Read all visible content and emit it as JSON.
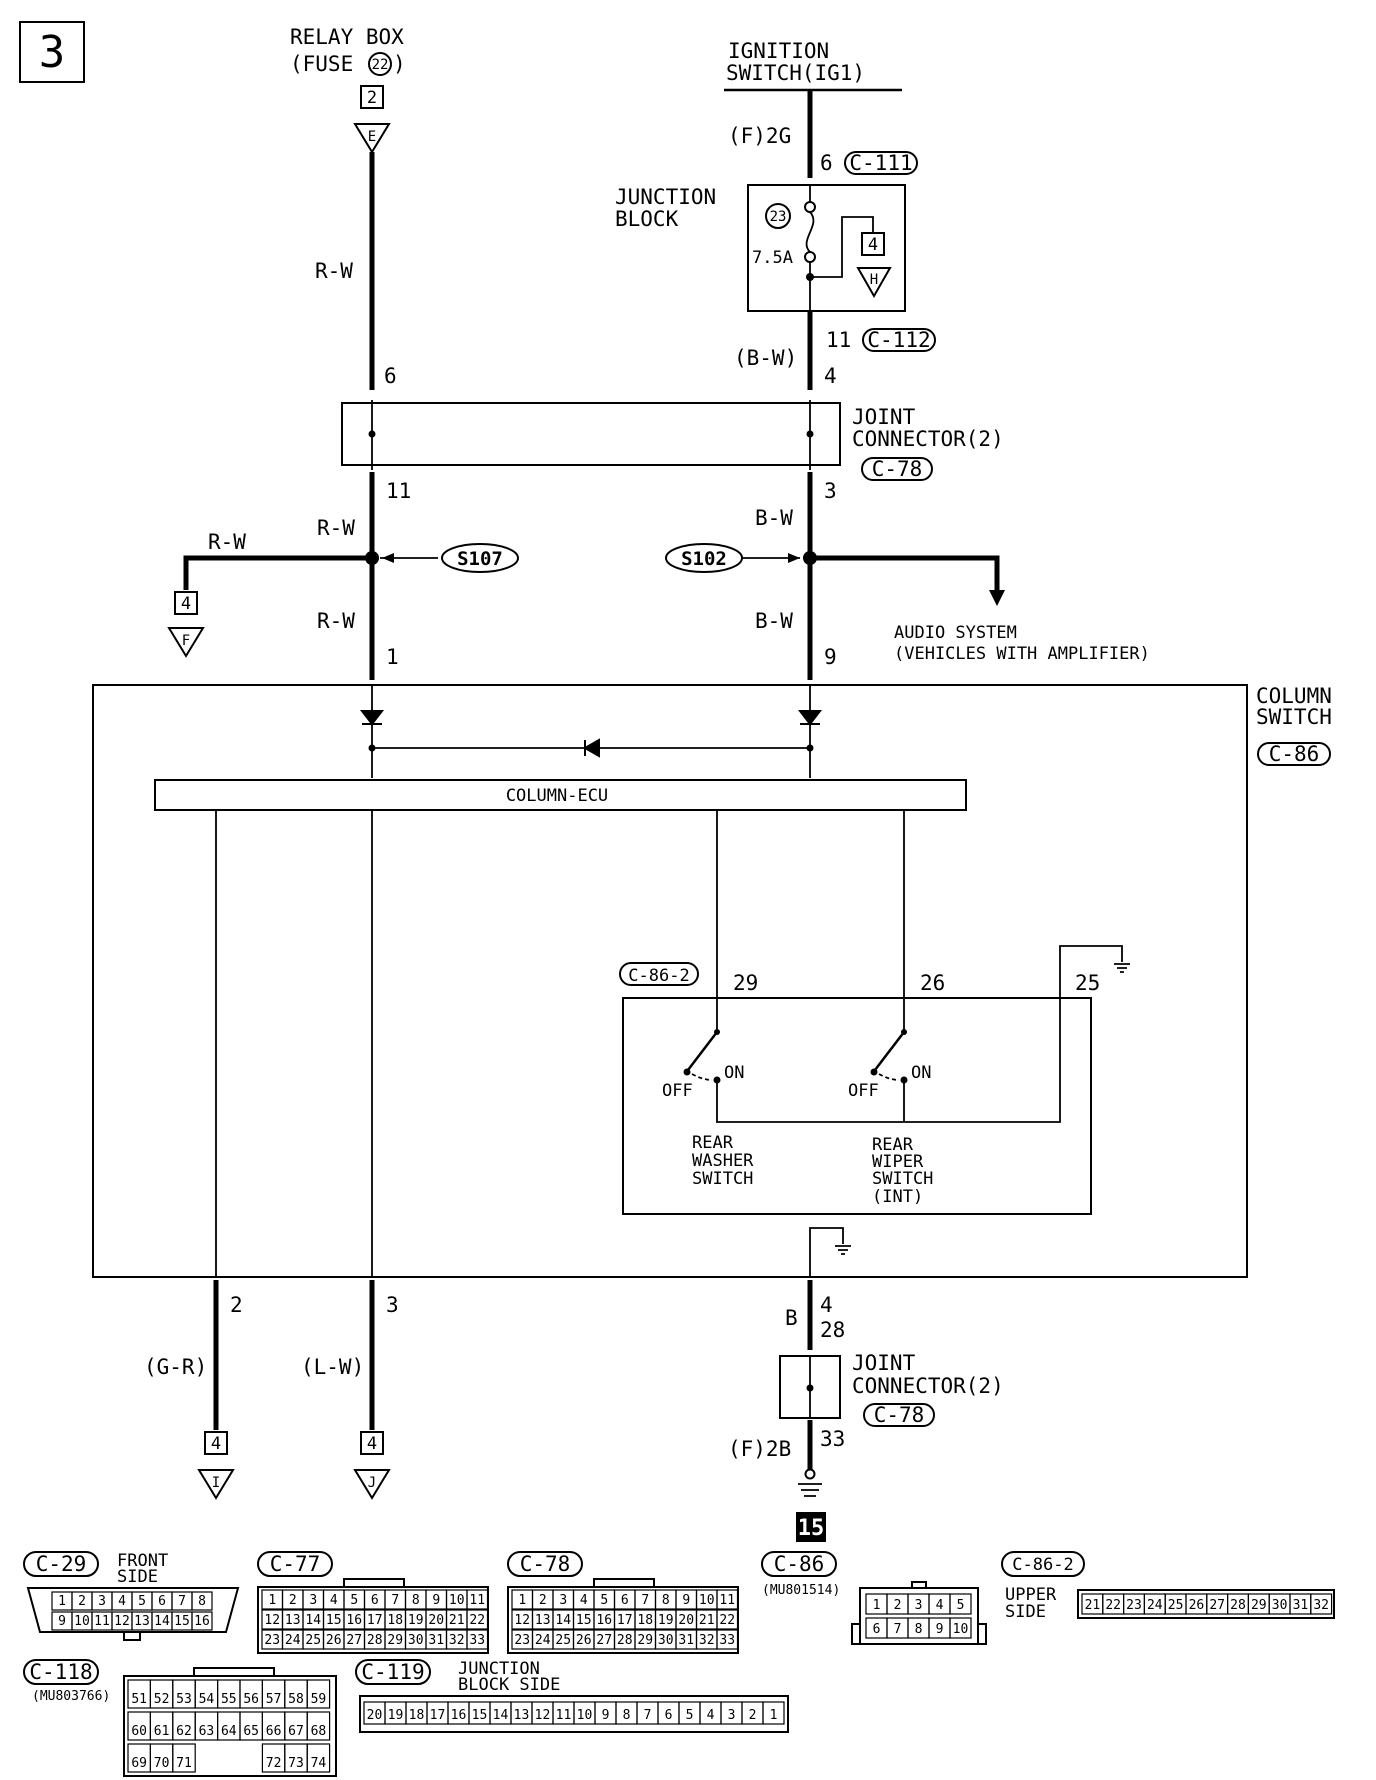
{
  "page_number": "3",
  "ground_number": "15",
  "sources": {
    "relay_box_title": "RELAY BOX",
    "relay_box_fuse": "(FUSE",
    "relay_box_fuse_no": "22",
    "relay_box_fuse_close": ")",
    "relay_box_page": "2",
    "relay_box_ref": "E",
    "ignition_title": "IGNITION",
    "ignition_sub": "SWITCH(IG1)"
  },
  "junction_block": {
    "title_1": "JUNCTION",
    "title_2": "BLOCK",
    "fuse_no": "23",
    "fuse_rating": "7.5A",
    "page_ref": "4",
    "ref_letter": "H",
    "in_code": "(F)2G",
    "in_pin": "6",
    "in_conn": "C-111",
    "out_pin": "11",
    "out_conn": "C-112"
  },
  "joint_connector_top": {
    "title_1": "JOINT",
    "title_2": "CONNECTOR(2)",
    "conn": "C-78",
    "left_in_pin": "6",
    "left_out_pin": "11",
    "right_in_pin": "4",
    "right_out_pin": "3"
  },
  "wires": {
    "r_w": "R-W",
    "b_w": "B-W",
    "b_w_paren": "(B-W)",
    "g_r": "(G-R)",
    "l_w": "(L-W)",
    "b": "B"
  },
  "splices": {
    "left": "S107",
    "right": "S102",
    "left_branch_page": "4",
    "left_branch_ref": "F"
  },
  "audio": {
    "line_1": "AUDIO SYSTEM",
    "line_2": "(VEHICLES WITH AMPLIFIER)"
  },
  "column_switch": {
    "title_1": "COLUMN",
    "title_2": "SWITCH",
    "conn": "C-86",
    "left_in_pin": "1",
    "right_in_pin": "9",
    "ecu_label": "COLUMN-ECU",
    "out_pin_1": "2",
    "out_pin_2": "3",
    "out_pin_ground": "4",
    "sub_conn": "C-86-2",
    "pin_29": "29",
    "pin_26": "26",
    "pin_25": "25",
    "on": "ON",
    "off": "OFF",
    "washer_1": "REAR",
    "washer_2": "WASHER",
    "washer_3": "SWITCH",
    "wiper_1": "REAR",
    "wiper_2": "WIPER",
    "wiper_3": "SWITCH",
    "wiper_4": "(INT)"
  },
  "outputs": {
    "left_page": "4",
    "left_ref": "I",
    "right_page": "4",
    "right_ref": "J"
  },
  "joint_connector_bottom": {
    "title_1": "JOINT",
    "title_2": "CONNECTOR(2)",
    "conn": "C-78",
    "in_pin": "28",
    "out_pin": "33",
    "ground_code": "(F)2B"
  },
  "connector_views": {
    "c29": {
      "name": "C-29",
      "label_1": "FRONT",
      "label_2": "SIDE",
      "row1": [
        "1",
        "2",
        "3",
        "4",
        "5",
        "6",
        "7",
        "8"
      ],
      "row2": [
        "9",
        "10",
        "11",
        "12",
        "13",
        "14",
        "15",
        "16"
      ]
    },
    "c77": {
      "name": "C-77",
      "row1": [
        "1",
        "2",
        "3",
        "4",
        "5",
        "6",
        "7",
        "8",
        "9",
        "10",
        "11"
      ],
      "row2": [
        "12",
        "13",
        "14",
        "15",
        "16",
        "17",
        "18",
        "19",
        "20",
        "21",
        "22"
      ],
      "row3": [
        "23",
        "24",
        "25",
        "26",
        "27",
        "28",
        "29",
        "30",
        "31",
        "32",
        "33"
      ]
    },
    "c78": {
      "name": "C-78",
      "row1": [
        "1",
        "2",
        "3",
        "4",
        "5",
        "6",
        "7",
        "8",
        "9",
        "10",
        "11"
      ],
      "row2": [
        "12",
        "13",
        "14",
        "15",
        "16",
        "17",
        "18",
        "19",
        "20",
        "21",
        "22"
      ],
      "row3": [
        "23",
        "24",
        "25",
        "26",
        "27",
        "28",
        "29",
        "30",
        "31",
        "32",
        "33"
      ]
    },
    "c86": {
      "name": "C-86",
      "part": "(MU801514)",
      "row1": [
        "1",
        "2",
        "3",
        "4",
        "5"
      ],
      "row2": [
        "6",
        "7",
        "8",
        "9",
        "10"
      ]
    },
    "c862": {
      "name": "C-86-2",
      "label_1": "UPPER",
      "label_2": "SIDE",
      "row1": [
        "21",
        "22",
        "23",
        "24",
        "25",
        "26",
        "27",
        "28",
        "29",
        "30",
        "31",
        "32"
      ]
    },
    "c118": {
      "name": "C-118",
      "part": "(MU803766)",
      "row1": [
        "51",
        "52",
        "53",
        "54",
        "55",
        "56",
        "57",
        "58",
        "59"
      ],
      "row2": [
        "60",
        "61",
        "62",
        "63",
        "64",
        "65",
        "66",
        "67",
        "68"
      ],
      "row3": [
        "69",
        "70",
        "71",
        "",
        "",
        "",
        "72",
        "73",
        "74"
      ]
    },
    "c119": {
      "name": "C-119",
      "label_1": "JUNCTION",
      "label_2": "BLOCK SIDE",
      "row1": [
        "20",
        "19",
        "18",
        "17",
        "16",
        "15",
        "14",
        "13",
        "12",
        "11",
        "10",
        "9",
        "8",
        "7",
        "6",
        "5",
        "4",
        "3",
        "2",
        "1"
      ]
    }
  }
}
